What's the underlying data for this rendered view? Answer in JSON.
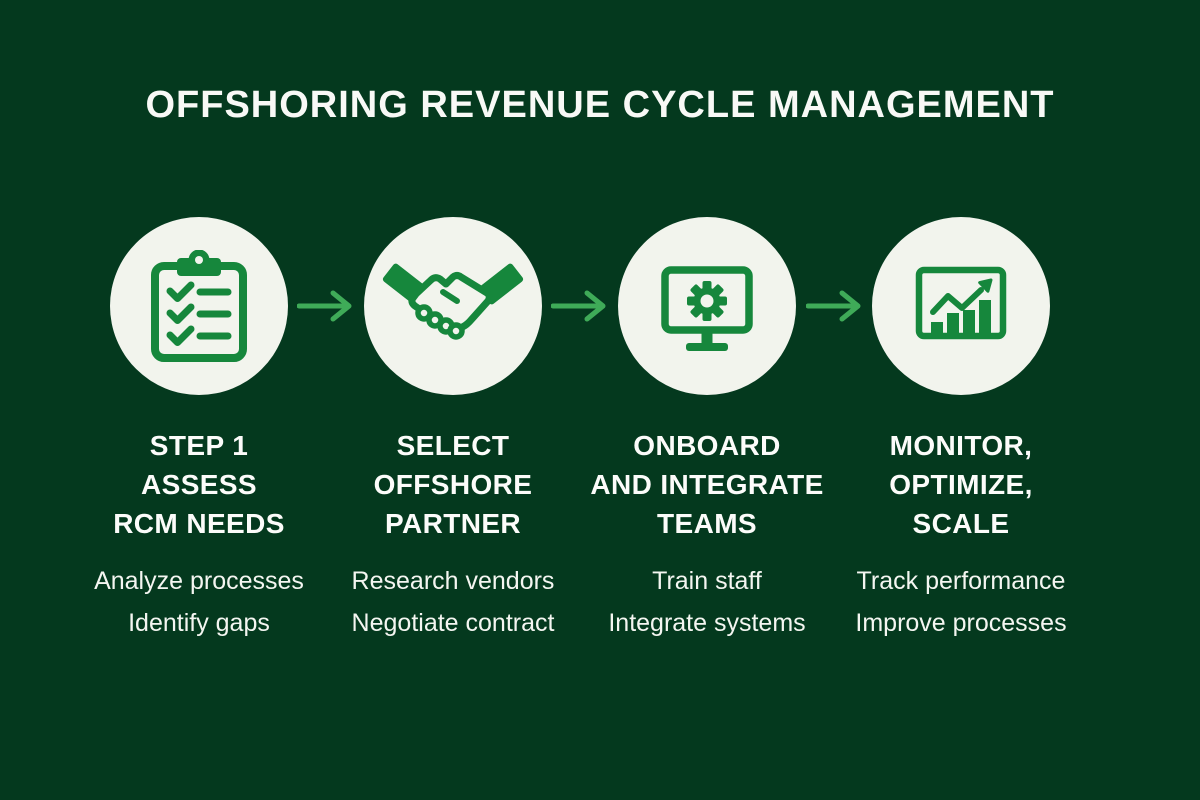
{
  "title": "OFFSHORING REVENUE CYCLE MANAGEMENT",
  "colors": {
    "background": "#04391E",
    "circle_fill": "#F2F4ED",
    "icon_green": "#16873C",
    "arrow_green": "#3FAB58",
    "text_white": "#F8F9F6"
  },
  "steps": [
    {
      "icon": "clipboard-checklist-icon",
      "title_lines": [
        "STEP 1",
        "ASSESS",
        "RCM NEEDS"
      ],
      "details": [
        "Analyze processes",
        "Identify gaps"
      ]
    },
    {
      "icon": "handshake-icon",
      "title_lines": [
        "SELECT",
        "OFFSHORE",
        "PARTNER"
      ],
      "details": [
        "Research vendors",
        "Negotiate contract"
      ]
    },
    {
      "icon": "monitor-gear-icon",
      "title_lines": [
        "ONBOARD",
        "AND INTEGRATE",
        "TEAMS"
      ],
      "details": [
        "Train staff",
        "Integrate systems"
      ]
    },
    {
      "icon": "bar-chart-growth-icon",
      "title_lines": [
        "MONITOR,",
        "OPTIMIZE,",
        "SCALE"
      ],
      "details": [
        "Track performance",
        "Improve processes"
      ]
    }
  ],
  "arrow_icons": [
    "arrow-right-icon",
    "arrow-right-icon",
    "arrow-right-icon"
  ]
}
